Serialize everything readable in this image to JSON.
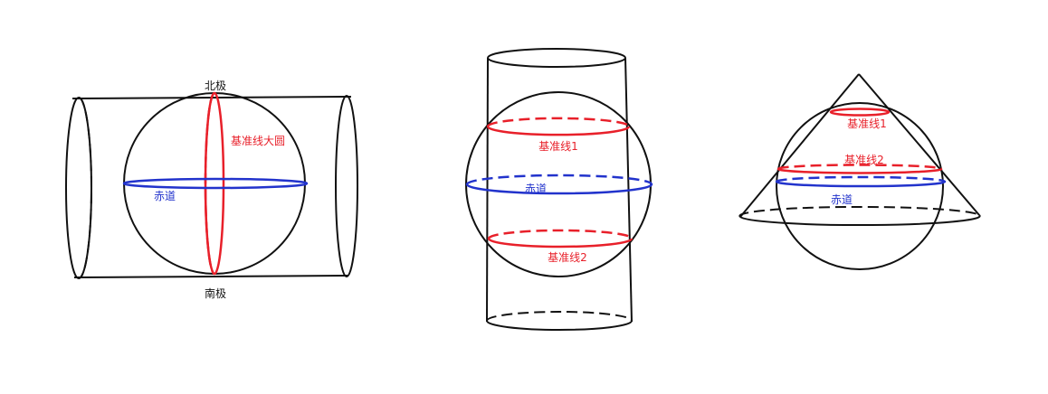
{
  "colors": {
    "outline": "#111111",
    "standard_line": "#e8202a",
    "equator": "#2233cc"
  },
  "figures": [
    {
      "name": "transverse-cylindrical-projection",
      "labels": {
        "north_pole": "北极",
        "south_pole": "南极",
        "standard_great_circle": "基准线大圆",
        "equator": "赤道"
      }
    },
    {
      "name": "secant-cylindrical-projection",
      "labels": {
        "standard_line_1": "基准线1",
        "equator": "赤道",
        "standard_line_2": "基准线2"
      }
    },
    {
      "name": "secant-conic-projection",
      "labels": {
        "standard_line_1": "基准线1",
        "standard_line_2": "基准线2",
        "equator": "赤道"
      }
    }
  ]
}
